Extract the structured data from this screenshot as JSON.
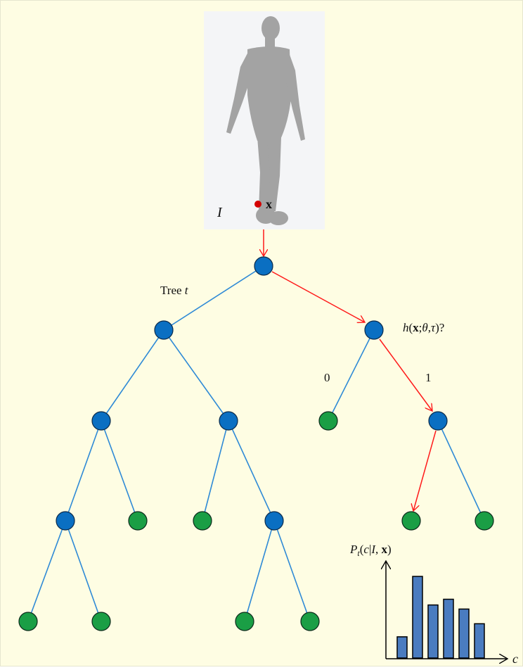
{
  "colors": {
    "background": "#fefde3",
    "border": "#e6e6cf",
    "image_background": "#f4f5f7",
    "silhouette": "#a3a3a3",
    "pixel_point": "#d40000",
    "split_node": "#0a6fc2",
    "leaf_node": "#1a9e45",
    "edge": "#2f8ad6",
    "active_path": "#ff1a1a",
    "histogram_bar": "#4a7cc0"
  },
  "image": {
    "label": "I",
    "point_label": "x"
  },
  "tree": {
    "title_prefix": "Tree ",
    "title_var": "t"
  },
  "split": {
    "h": "h",
    "open": "(",
    "x": "x",
    "sep": ";",
    "theta": "θ",
    "comma": ",",
    "tau": "τ",
    "close": ")?",
    "branch_false": "0",
    "branch_true": "1"
  },
  "histogram": {
    "P": "P",
    "t": "t",
    "open": "(",
    "c": "c",
    "bar": "|",
    "I": "I",
    "comma": ", ",
    "x": "x",
    "close": ")",
    "xaxis_label": "c",
    "bar_heights": [
      0.26,
      1.0,
      0.65,
      0.72,
      0.6,
      0.42
    ]
  }
}
